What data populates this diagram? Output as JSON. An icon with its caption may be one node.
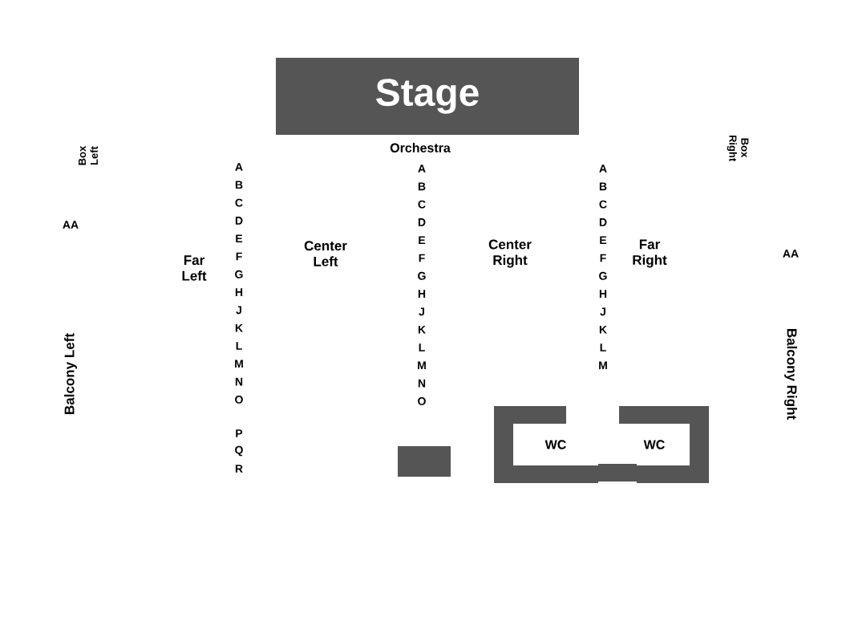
{
  "diagram": {
    "nodes": [
      {
        "text": [
          "Stage"
        ]
      },
      {
        "text": [
          "WC"
        ]
      },
      {
        "text": [
          "WC"
        ]
      },
      {
        "text": [],
        "shape": "box"
      },
      {
        "text": [],
        "shape": "box"
      }
    ],
    "labels": [
      "Orchestra",
      "Box Left",
      "Box Right",
      "AA",
      "Far Left",
      "Center Left",
      "Center Right",
      "Far Right",
      "AA",
      "Balcony Left",
      "Balcony Right",
      "A",
      "B",
      "C",
      "D",
      "E",
      "F",
      "G",
      "H",
      "J",
      "K",
      "L",
      "M",
      "N",
      "O",
      "P",
      "Q",
      "R",
      "A",
      "B",
      "C",
      "D",
      "E",
      "F",
      "G",
      "H",
      "J",
      "K",
      "L",
      "M",
      "N",
      "O",
      "A",
      "B",
      "C",
      "D",
      "E",
      "F",
      "G",
      "H",
      "J",
      "K",
      "L",
      "M"
    ]
  }
}
